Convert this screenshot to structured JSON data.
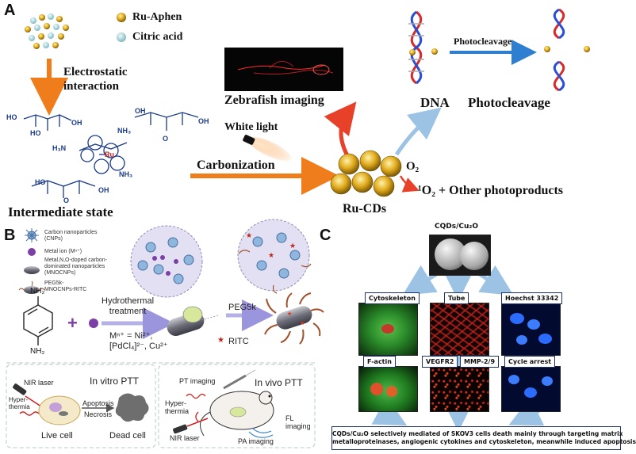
{
  "panel_a": {
    "letter": "A",
    "legend": {
      "ru_aphen": "Ru-Aphen",
      "citric_acid": "Citric acid"
    },
    "electrostatic": "Electrostatic\ninteraction",
    "intermediate": "Intermediate state",
    "carbonization": "Carbonization",
    "white_light": "White light",
    "zebrafish": "Zebrafish imaging",
    "dna_label": "DNA",
    "dna_photocleavage": "Photocleavage",
    "photocleavage_arrow": "Photocleavage",
    "ru_cds": "Ru-CDs",
    "o2": "O₂",
    "singlet_o2": "¹O₂ + Other photoproducts",
    "chem": {
      "ho": "HO",
      "oh": "OH",
      "o": "O",
      "ru": "Ru",
      "nh3": "NH₃",
      "h3n": "H₃N"
    }
  },
  "panel_b": {
    "letter": "B",
    "legend": [
      "Carbon nanoparticles\n(CNPs)",
      "Metal ion (Mⁿ⁺)",
      "Metal,N,O-doped carbon-\ndominated nanoparticles\n(MNOCNPs)",
      "PEG5k-\nMNOCNPs-RITC"
    ],
    "nh2_top": "NH₂",
    "nh2_bottom": "NH₂",
    "hydrothermal": "Hydrothermal\ntreatment",
    "metals": "Mⁿ⁺ = Ni²⁺,\n[PdCl₄]²⁻, Cu²⁺",
    "peg5k": "PEG5k",
    "ritc": "RITC",
    "invitro": {
      "title": "In vitro PTT",
      "nir_laser": "NIR laser",
      "hyperthermia": "Hyper-\nthermia",
      "apoptosis": "Apoptosis",
      "necrosis": "Necrosis",
      "live_cell": "Live cell",
      "dead_cell": "Dead cell"
    },
    "invivo": {
      "title": "In vivo PTT",
      "pt_imaging": "PT imaging",
      "hyperthermia": "Hyper-\nthermia",
      "fl_imaging": "FL\nimaging",
      "nir_laser": "NIR laser",
      "pa_imaging": "PA imaging"
    }
  },
  "panel_c": {
    "letter": "C",
    "top": "CQDs/Cu₂O",
    "boxes": [
      "Cytoskeleton",
      "Tube",
      "Hoechst 33342",
      "F-actin",
      "VEGFR2",
      "MMP-2/9",
      "Cycle arrest"
    ],
    "conclusion": "CQDs/Cu₂O selectively mediated of SKOV3 cells death mainly through targeting matrix\nmetalloproteinases, angiogenic cytokines and cytoskeleton, meanwhile induced apoptosis"
  },
  "colors": {
    "orange_arrow": "#f07d1c",
    "blue_arrow": "#9cc3e4",
    "red_arrow": "#e8412a",
    "lavender_arrow": "#b5b1e6",
    "micro_green": "#3bb43a",
    "micro_red": "#c01818",
    "micro_blue": "#1a5cff",
    "gold": "#e6b421",
    "teal": "#a7d6dc"
  }
}
